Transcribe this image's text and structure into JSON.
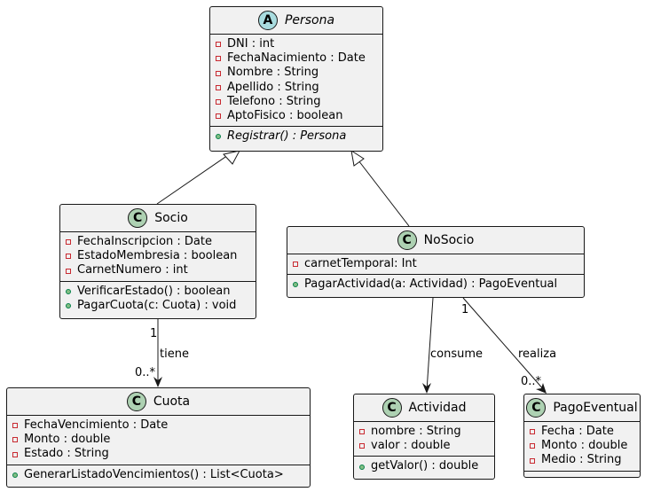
{
  "classes": {
    "persona": {
      "stereotype": "A",
      "name": "Persona",
      "attributes": [
        "DNI : int",
        "FechaNacimiento : Date",
        "Nombre : String",
        "Apellido : String",
        "Telefono : String",
        "AptoFisico : boolean"
      ],
      "methods": [
        "Registrar() : Persona"
      ]
    },
    "socio": {
      "stereotype": "C",
      "name": "Socio",
      "attributes": [
        "FechaInscripcion : Date",
        "EstadoMembresia : boolean",
        "CarnetNumero : int"
      ],
      "methods": [
        "VerificarEstado() : boolean",
        "PagarCuota(c: Cuota) : void"
      ]
    },
    "nosocio": {
      "stereotype": "C",
      "name": "NoSocio",
      "attributes": [
        "carnetTemporal: Int"
      ],
      "methods": [
        "PagarActividad(a: Actividad) : PagoEventual"
      ]
    },
    "cuota": {
      "stereotype": "C",
      "name": "Cuota",
      "attributes": [
        "FechaVencimiento : Date",
        "Monto : double",
        "Estado : String"
      ],
      "methods": [
        "GenerarListadoVencimientos() : List<Cuota>"
      ]
    },
    "actividad": {
      "stereotype": "C",
      "name": "Actividad",
      "attributes": [
        "nombre : String",
        "valor : double"
      ],
      "methods": [
        "getValor() : double"
      ]
    },
    "pagoeventual": {
      "stereotype": "C",
      "name": "PagoEventual",
      "attributes": [
        "Fecha : Date",
        "Monto : double",
        "Medio : String"
      ],
      "methods": []
    }
  },
  "relations": {
    "tiene": {
      "label": "tiene",
      "source_mult": "1",
      "target_mult": "0..*"
    },
    "consume": {
      "label": "consume"
    },
    "realiza": {
      "label": "realiza",
      "source_mult": "1",
      "target_mult": "0..*"
    }
  }
}
